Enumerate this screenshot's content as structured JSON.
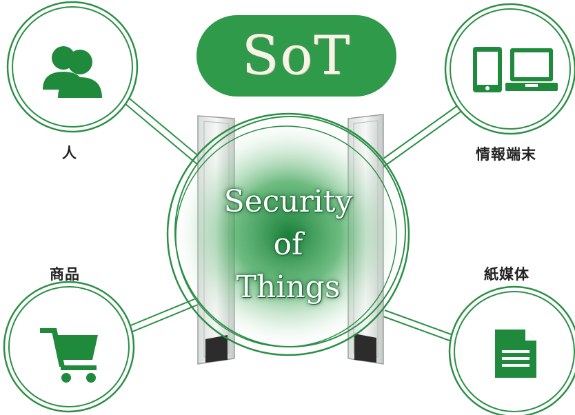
{
  "badge": {
    "label": "SoT"
  },
  "center": {
    "lines": [
      "Security",
      "of",
      "Things"
    ]
  },
  "nodes": {
    "person": {
      "label": "人",
      "icon": "person-icon"
    },
    "device": {
      "label": "情報端末",
      "icon": "tablet-laptop-icon"
    },
    "product": {
      "label": "商品",
      "icon": "shopping-cart-icon"
    },
    "paper": {
      "label": "紙媒体",
      "icon": "document-icon"
    }
  },
  "colors": {
    "green": "#2e9a4a",
    "dark_green": "#1f7a37",
    "ring": "#2a8f45",
    "cream": "#f7f3e6"
  }
}
